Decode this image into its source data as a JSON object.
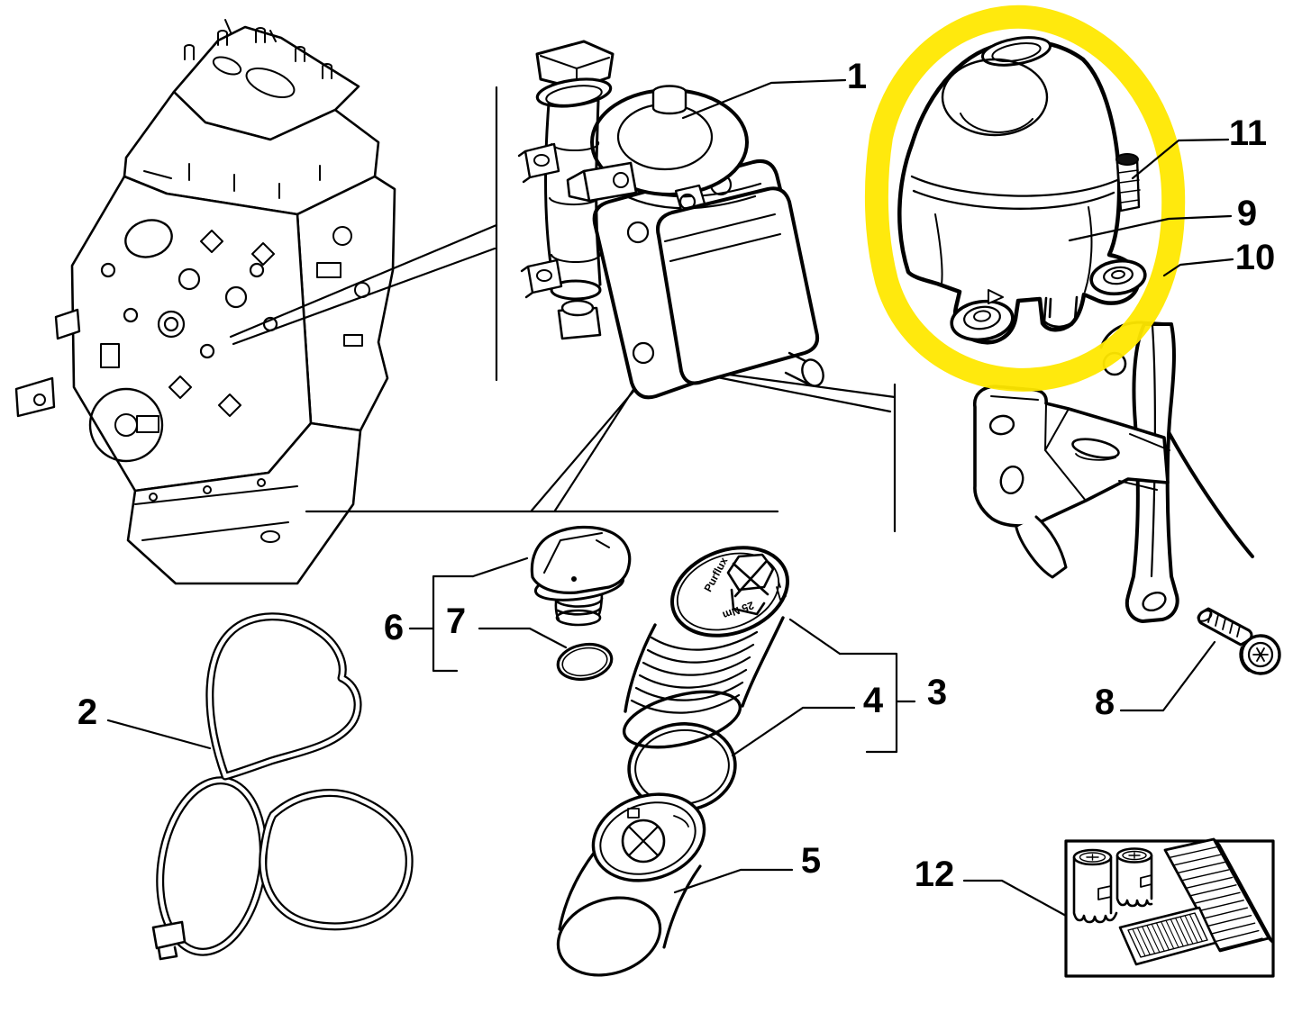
{
  "diagram": {
    "type": "exploded-parts-diagram",
    "background_color": "#FFFFFF",
    "line_color": "#000000",
    "highlight_color": "#FFE800",
    "callouts": {
      "n1": {
        "label": "1"
      },
      "n2": {
        "label": "2"
      },
      "n3": {
        "label": "3"
      },
      "n4": {
        "label": "4"
      },
      "n5": {
        "label": "5"
      },
      "n6": {
        "label": "6"
      },
      "n7": {
        "label": "7"
      },
      "n8": {
        "label": "8"
      },
      "n9": {
        "label": "9"
      },
      "n10": {
        "label": "10"
      },
      "n11": {
        "label": "11"
      },
      "n12": {
        "label": "12"
      }
    },
    "markings": {
      "cartridge_brand": "Purflux",
      "cartridge_torque": "25 Nm"
    }
  }
}
